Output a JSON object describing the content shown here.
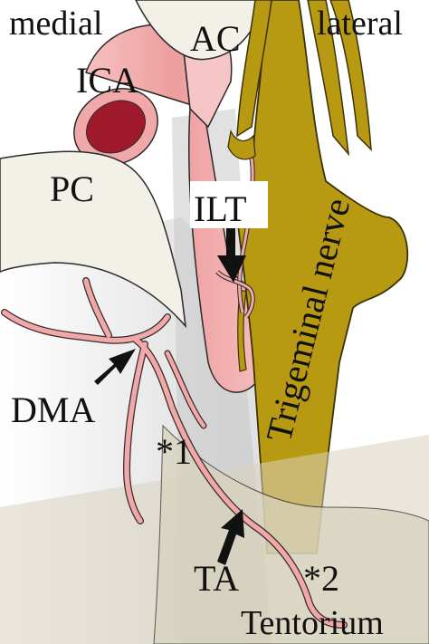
{
  "labels": {
    "medial": "medial",
    "ac": "AC",
    "lateral": "lateral",
    "ica": "ICA",
    "pc": "PC",
    "ilt": "ILT",
    "trigeminal": "Trigeminal nerve",
    "dma": "DMA",
    "star1": "*1",
    "ta": "TA",
    "star2": "*2",
    "tentorium": "Tentorium"
  },
  "colors": {
    "artery": "#f0a8a8",
    "artery_dark": "#e48b8b",
    "artery_lumen": "#9e1a2a",
    "nerve": "#b89a12",
    "nerve_outline": "#3b3206",
    "dura": "#f3f0e8",
    "tentorium": "#d8d2bd",
    "shadow": "#cfcfcf",
    "arrow": "#111111"
  }
}
